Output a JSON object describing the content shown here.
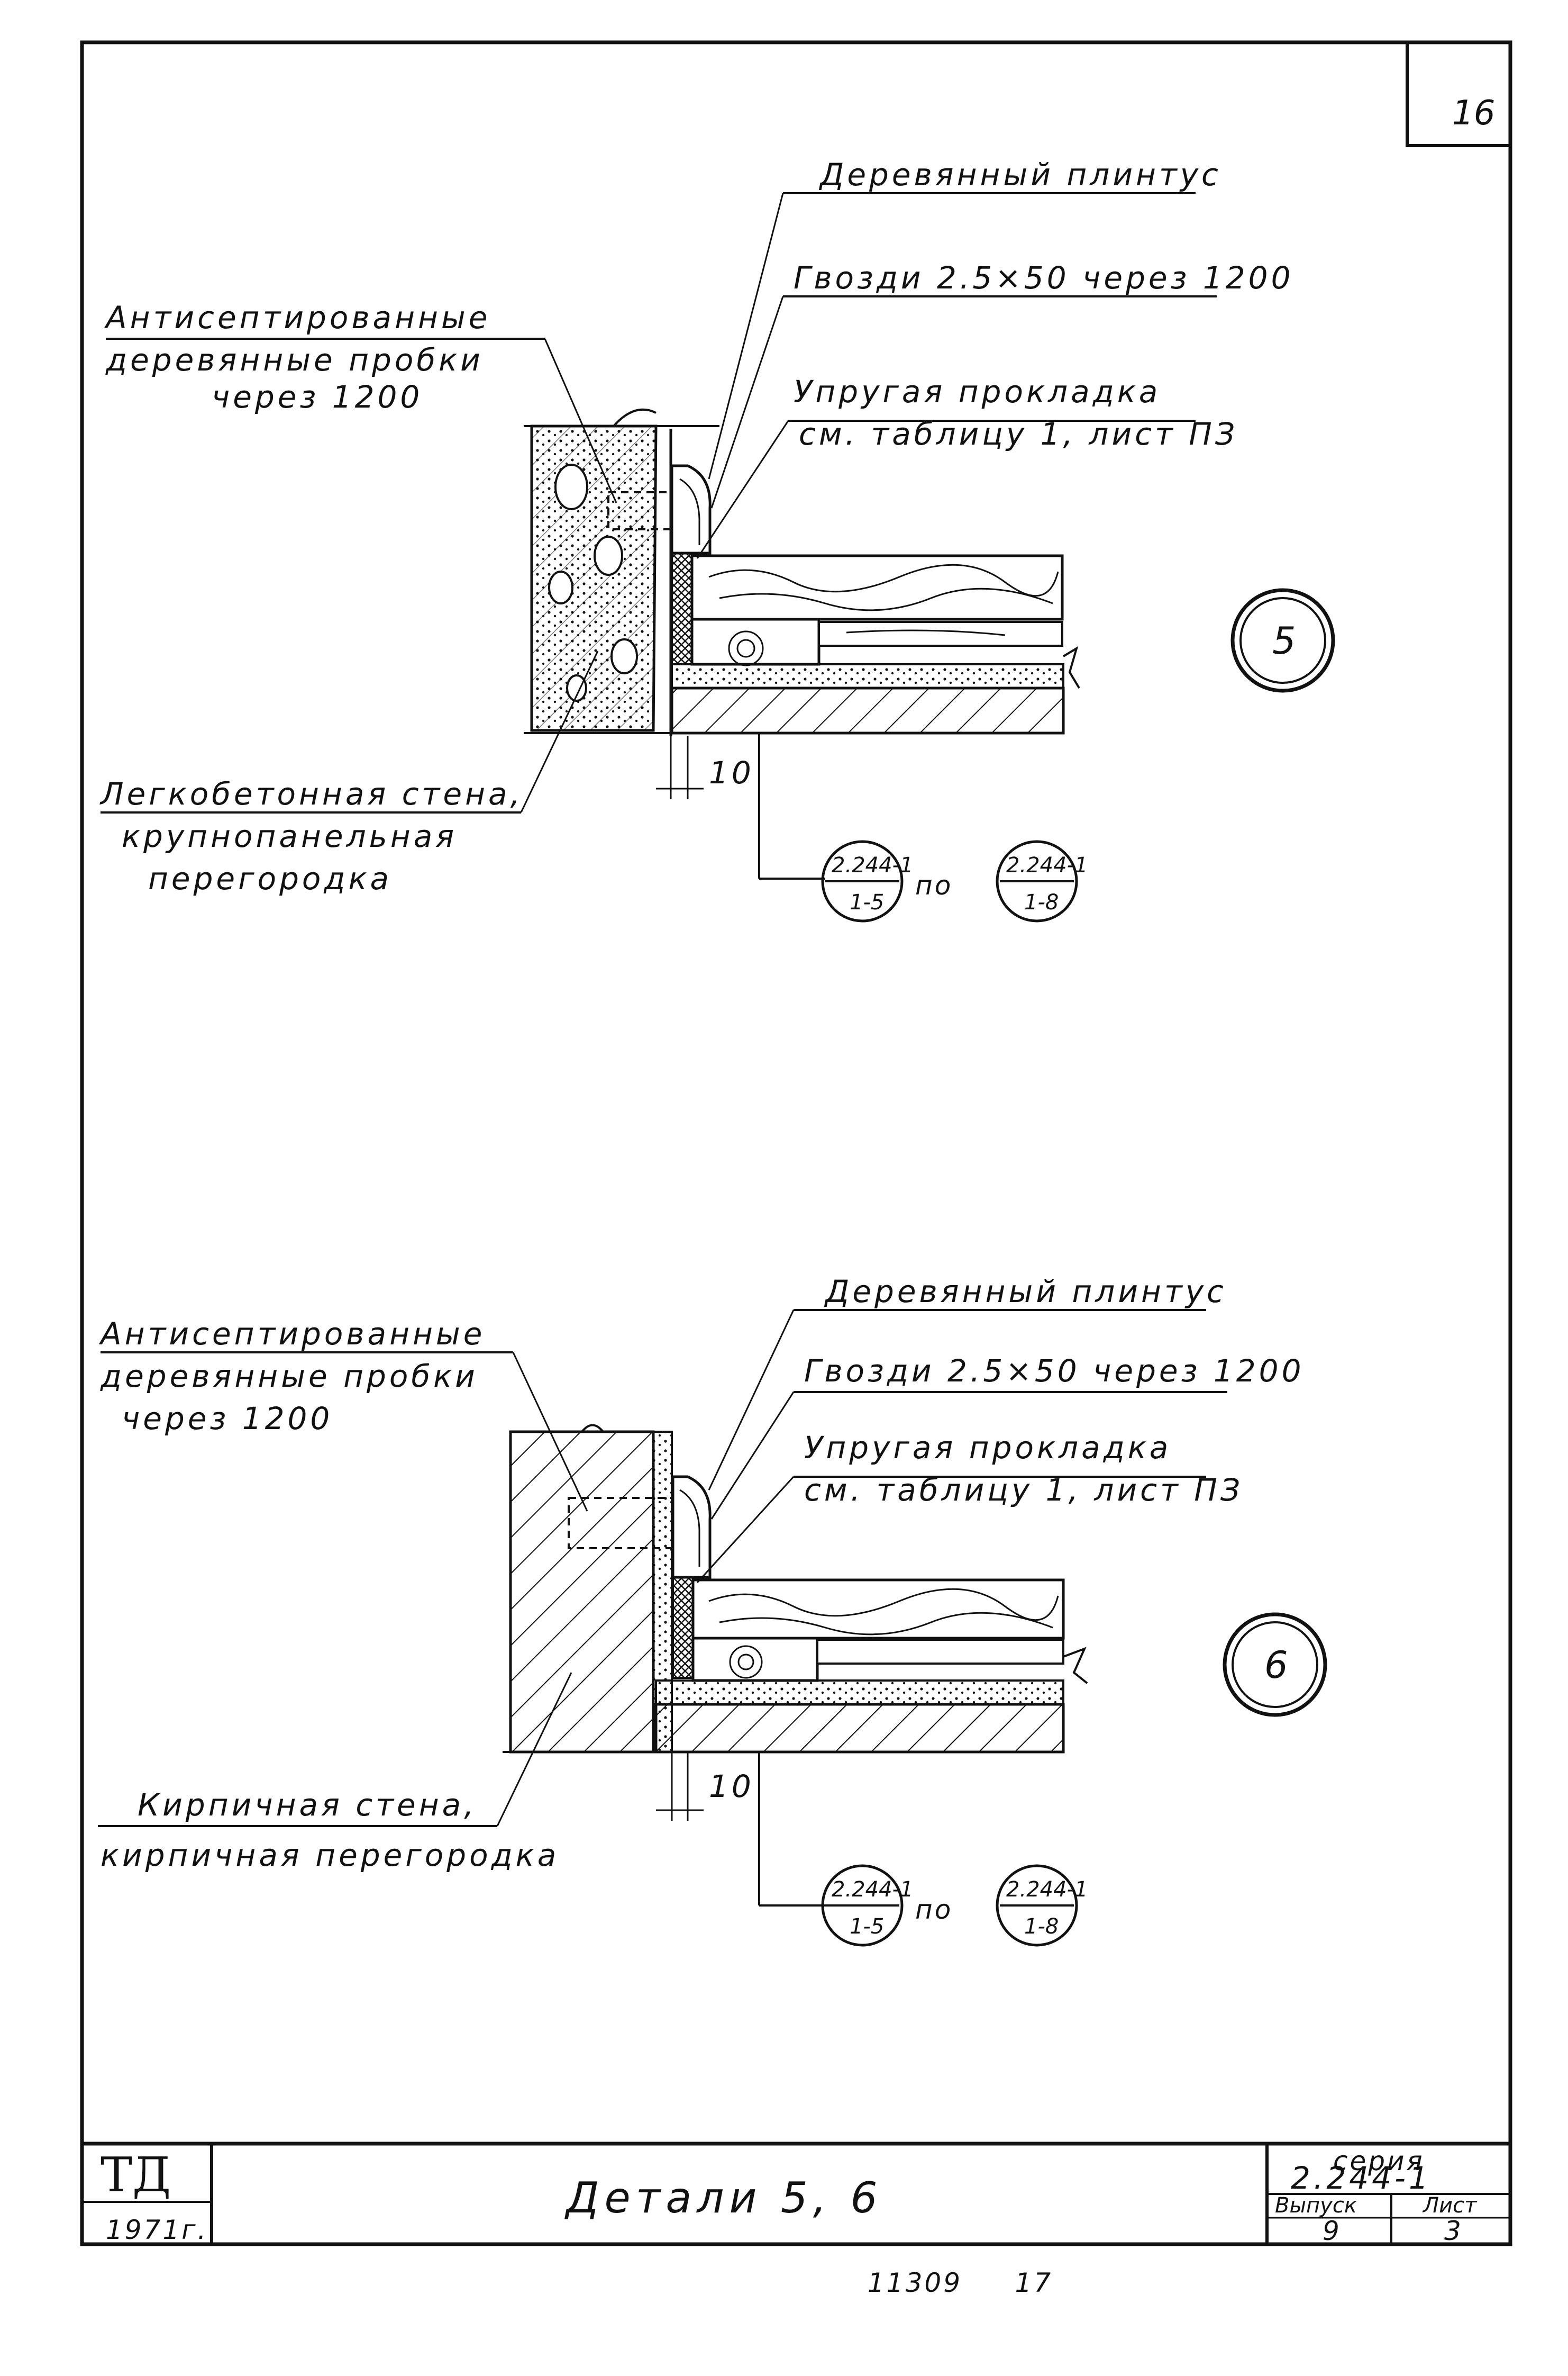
{
  "sheet": {
    "page_number": "16",
    "footer_code": "11309     17"
  },
  "detail5": {
    "marker": "5",
    "label_plinth": "Деревянный плинтус",
    "label_nails": "Гвозди 2.5×50 через 1200",
    "label_gasket_1": "Упругая прокладка",
    "label_gasket_2": "см. таблицу 1, лист ПЗ",
    "label_plugs_1": "Антисептированные",
    "label_plugs_2": "деревянные пробки",
    "label_plugs_3": "через 1200",
    "label_wall_1": "Легкобетонная стена,",
    "label_wall_2": "крупнопанельная",
    "label_wall_3": "перегородка",
    "dim_gap": "10",
    "ref_a_top": "2.244-1",
    "ref_a_bottom": "1-5",
    "ref_sep": "по",
    "ref_b_top": "2.244-1",
    "ref_b_bottom": "1-8"
  },
  "detail6": {
    "marker": "6",
    "label_plinth": "Деревянный плинтус",
    "label_nails": "Гвозди 2.5×50 через 1200",
    "label_gasket_1": "Упругая прокладка",
    "label_gasket_2": "см. таблицу 1, лист ПЗ",
    "label_plugs_1": "Антисептированные",
    "label_plugs_2": "деревянные пробки",
    "label_plugs_3": "через 1200",
    "label_wall_1": "Кирпичная стена,",
    "label_wall_2": "кирпичная перегородка",
    "dim_gap": "10",
    "ref_a_top": "2.244-1",
    "ref_a_bottom": "1-5",
    "ref_sep": "по",
    "ref_b_top": "2.244-1",
    "ref_b_bottom": "1-8"
  },
  "title_block": {
    "logo": "ТД",
    "year": "1971г.",
    "title": "Детали 5, 6",
    "series_label": "серия",
    "series_value": "2.244-1",
    "issue_label": "Выпуск",
    "issue_value": "9",
    "sheet_label": "Лист",
    "sheet_value": "3"
  }
}
